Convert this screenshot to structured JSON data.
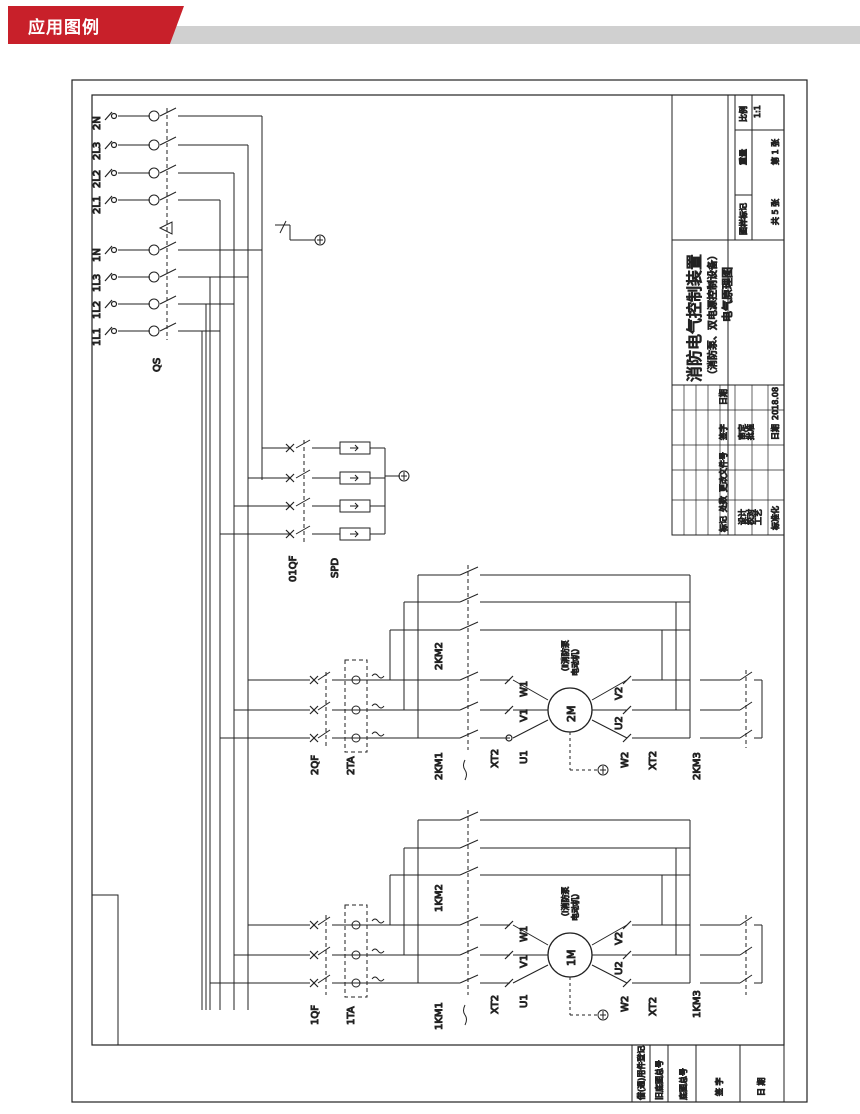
{
  "header": {
    "title": "应用图例"
  },
  "diagram": {
    "qs_labels": [
      "1L1",
      "1L2",
      "1L3",
      "1N",
      "2L1",
      "2L2",
      "2L3",
      "2N"
    ],
    "qs": "QS",
    "qf01": "01QF",
    "spd": "SPD",
    "qf2": "2QF",
    "ta2": "2TA",
    "km1_2": "2KM1",
    "km2_2": "2KM2",
    "km3_2": "2KM3",
    "xt2_a": "XT2",
    "xt2_b": "XT2",
    "motor2": "2M",
    "motor2_desc": "（Ⅱ消防泵\n电动机）",
    "qf1": "1QF",
    "ta1": "1TA",
    "km1_1": "1KM1",
    "km2_1": "1KM2",
    "km3_1": "1KM3",
    "xt1_a": "XT2",
    "xt1_b": "XT2",
    "motor1": "1M",
    "motor1_desc": "（Ⅰ消防泵\n电动机）",
    "terminals": {
      "u1": "U1",
      "v1": "V1",
      "w1": "W1",
      "u2": "U2",
      "v2": "V2",
      "w2": "W2"
    }
  },
  "title_block": {
    "main_title": "消防电气控制装置",
    "sub_title": "（消防泵、双电源控制设备）",
    "drawing_name": "电气原理图",
    "mark": "图样标记",
    "weight": "重量",
    "scale": "比例",
    "scale_value": "1:1",
    "total": "共 5 张",
    "sheet": "第 1 张",
    "rev_headers": [
      "标记",
      "处数",
      "更改文件号",
      "签字",
      "日期"
    ],
    "roles": [
      "设计",
      "校对",
      "工艺",
      "标准化"
    ],
    "review": "审定",
    "approve": "批准",
    "date_label": "日期",
    "date_value": "2018.08"
  },
  "left_block": [
    "借(通)用件登记",
    "旧底图总号",
    "底图总号",
    "签 字",
    "日 期"
  ]
}
